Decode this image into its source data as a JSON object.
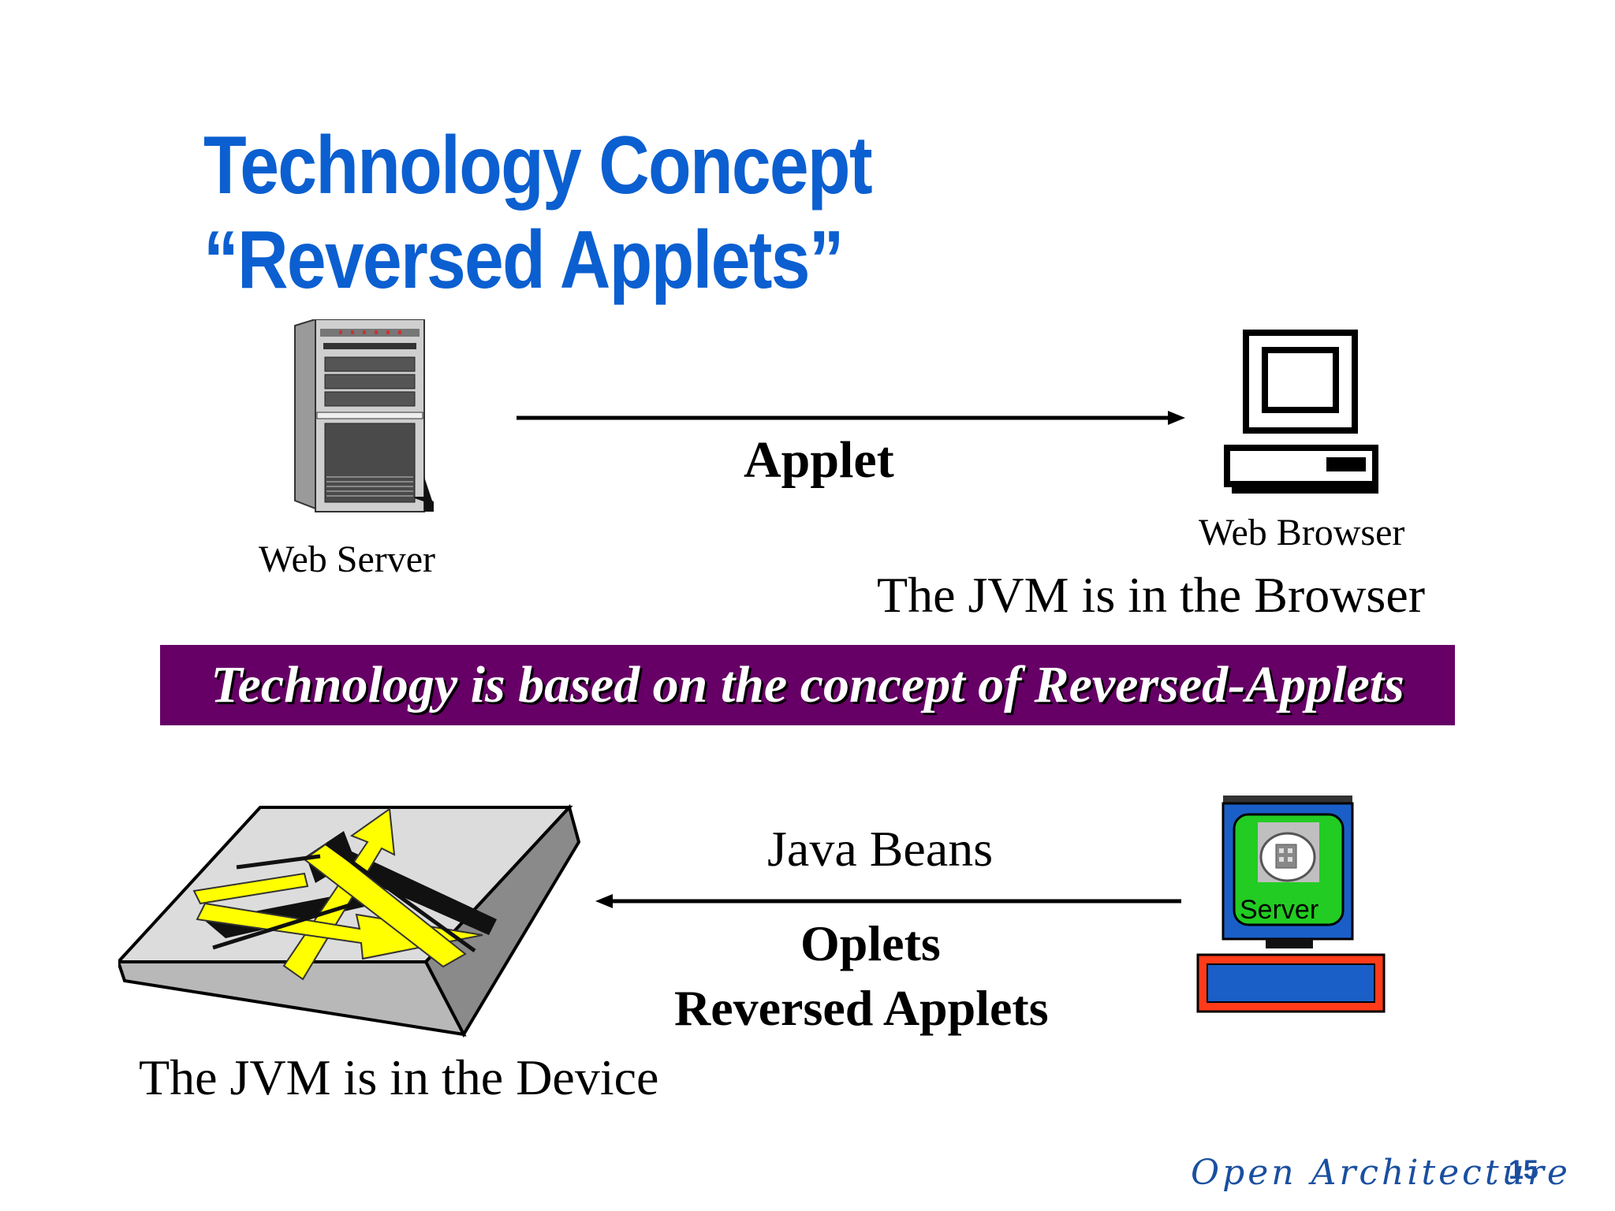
{
  "slide": {
    "title_line1": "Technology Concept",
    "title_line2": "“Reversed Applets”",
    "banner_text": "Technology is based on the concept of Reversed-Applets",
    "footer_brand": "Open Architecture",
    "page_number": "15"
  },
  "top_diagram": {
    "source_label": "Web Server",
    "arrow_label": "Applet",
    "target_label": "Web Browser",
    "caption": "The JVM is in the Browser"
  },
  "bottom_diagram": {
    "arrow_label_top": "Java Beans",
    "arrow_label_bottom_1": "Oplets",
    "arrow_label_bottom_2": "Reversed Applets",
    "server_label": "Server",
    "caption": "The JVM is in the Device"
  },
  "colors": {
    "title": "#0b5fd0",
    "banner": "#660066",
    "switch_arrows": "#ffff00",
    "monitor_case": "#1a5fc8",
    "monitor_screen": "#22cc22",
    "keyboard_border": "#e03010"
  },
  "icons": [
    "server-tower-icon",
    "computer-terminal-icon",
    "network-switch-icon",
    "server-computer-icon"
  ]
}
